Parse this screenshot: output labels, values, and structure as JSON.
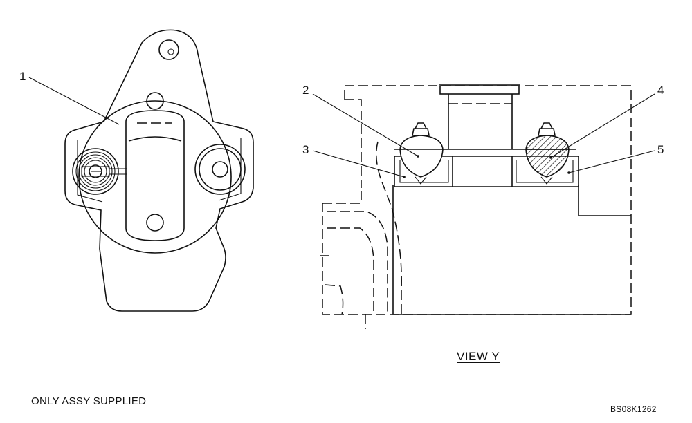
{
  "callouts": {
    "c1": "1",
    "c2": "2",
    "c3": "3",
    "c4": "4",
    "c5": "5"
  },
  "view_label": "VIEW Y",
  "note": "ONLY ASSY SUPPLIED",
  "drawing_code": "BS08K1262"
}
